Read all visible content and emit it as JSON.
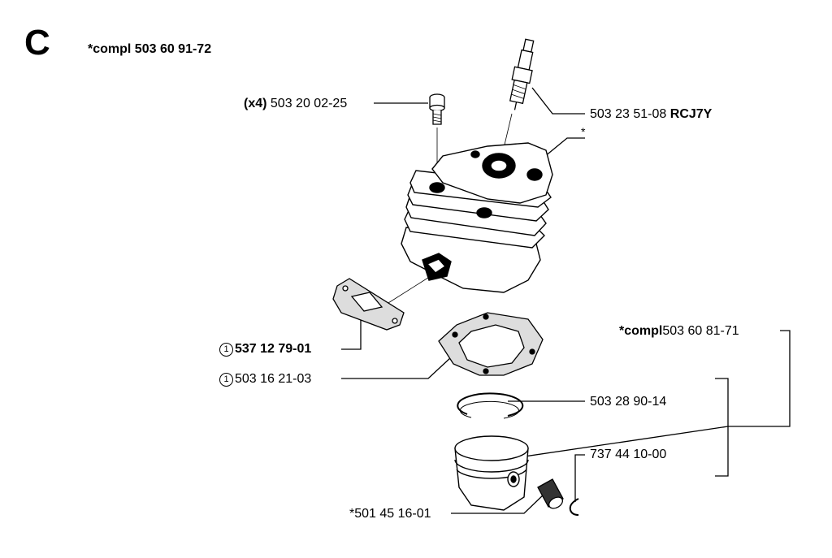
{
  "header": {
    "section_letter": "C",
    "title_prefix": "*compl",
    "title_number": "503 60 91-72"
  },
  "parts": {
    "screws": {
      "qty": "(x4)",
      "number": "503 20 02-25"
    },
    "spark_plug": {
      "number": "503 23 51-08",
      "code": "RCJ7Y"
    },
    "cylinder": {
      "mark": "*"
    },
    "exhaust_gasket": {
      "ref": "1",
      "number": "537 12 79-01"
    },
    "base_gasket": {
      "ref": "1",
      "number": "503 16 21-03"
    },
    "piston_kit": {
      "prefix": "*compl",
      "number": "503 60 81-71"
    },
    "piston_ring": {
      "number": "503 28 90-14"
    },
    "circlip": {
      "number": "737 44 10-00"
    },
    "piston": {
      "number": "*501 45 16-01"
    }
  }
}
